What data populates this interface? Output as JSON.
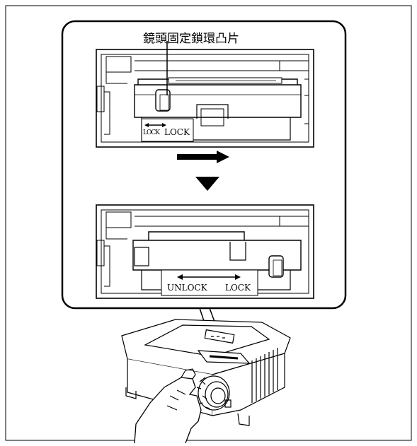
{
  "callout": {
    "title": "鏡頭固定鎖環凸片"
  },
  "panel_top": {
    "label_left": "LOCK",
    "label_right": "LOCK"
  },
  "panel_bottom": {
    "label_unlock": "UNLOCK",
    "label_lock": "LOCK"
  },
  "icons": {
    "right_arrow": "right-arrow-icon",
    "down_arrow": "down-triangle-icon"
  }
}
